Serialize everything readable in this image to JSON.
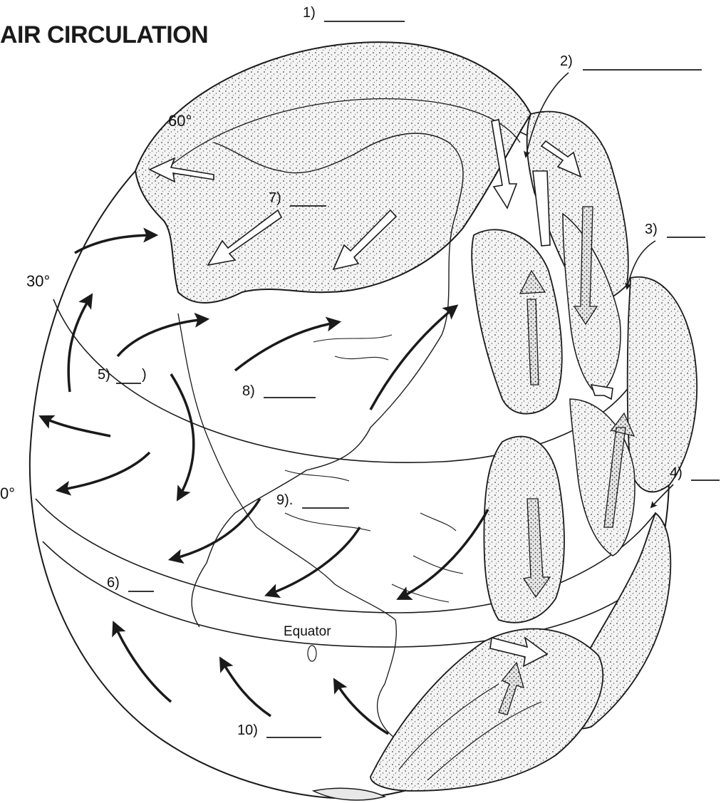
{
  "title": "AIR CIRCULATION",
  "latitudes": {
    "lat60": "60°",
    "lat30": "30°",
    "lat0": "0°",
    "equator": "Equator"
  },
  "labels": [
    {
      "id": "1",
      "text": "1)"
    },
    {
      "id": "2",
      "text": "2)"
    },
    {
      "id": "3",
      "text": "3)"
    },
    {
      "id": "4",
      "text": "4)"
    },
    {
      "id": "5",
      "text": "5)"
    },
    {
      "id": "6",
      "text": "6)"
    },
    {
      "id": "7",
      "text": "7)"
    },
    {
      "id": "8",
      "text": "8)"
    },
    {
      "id": "9",
      "text": "9)."
    },
    {
      "id": "10",
      "text": "10)"
    }
  ],
  "label5_suffix": ")",
  "colors": {
    "ink": "#1a1a1a",
    "stipple": "#555555",
    "cell_fill": "#ececec"
  }
}
